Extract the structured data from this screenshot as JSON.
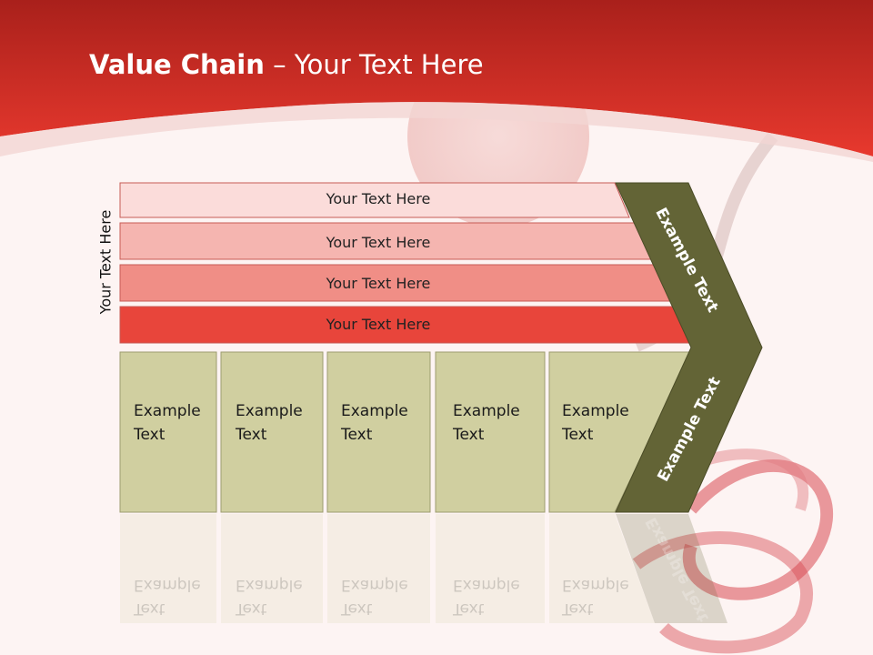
{
  "slide": {
    "title_bold": "Value Chain",
    "title_rest": " – Your Text Here",
    "side_label": "Your Text Here"
  },
  "bars": [
    {
      "label": "Your Text Here",
      "color": "#fbdcda"
    },
    {
      "label": "Your Text Here",
      "color": "#f5b5b0"
    },
    {
      "label": "Your Text Here",
      "color": "#f08e86"
    },
    {
      "label": "Your Text Here",
      "color": "#e8453b"
    }
  ],
  "boxes": [
    {
      "line1": "Example",
      "line2": "Text"
    },
    {
      "line1": "Example",
      "line2": "Text"
    },
    {
      "line1": "Example",
      "line2": "Text"
    },
    {
      "line1": "Example",
      "line2": "Text"
    },
    {
      "line1": "Example",
      "line2": "Text"
    }
  ],
  "chevron": {
    "upper_text": "Example Text",
    "lower_text": "Example Text",
    "color": "#636436"
  },
  "colors": {
    "header": "#e2372d",
    "box_fill": "#d0cfa0",
    "box_border": "#9d9c6f"
  }
}
